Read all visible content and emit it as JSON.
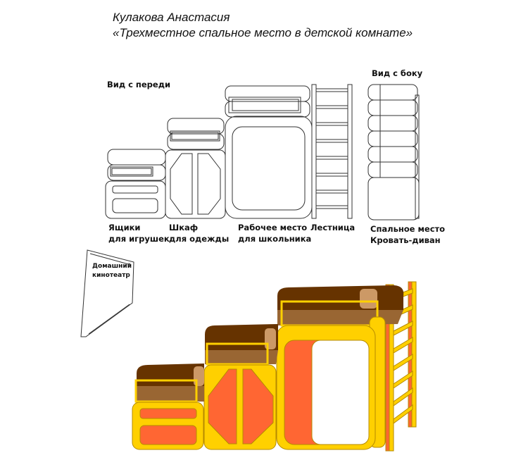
{
  "header": {
    "author": "Кулакова Анастасия",
    "project": "«Трехместное спальное место в детской комнате»"
  },
  "views": {
    "front": "Вид с переди",
    "side": "Вид с боку"
  },
  "labels": {
    "toys_1": "Ящики",
    "toys_2": "для игрушек",
    "wardrobe_1": "Шкаф",
    "wardrobe_2": "для одежды",
    "desk_1": "Рабочее место",
    "desk_2": "для школьника",
    "ladder": "Лестница",
    "bed_1": "Спальное место",
    "bed_2": "Кровать-диван",
    "cinema_1": "Домашний",
    "cinema_2": "кинотеатр"
  },
  "colors": {
    "yellow": "#FFD000",
    "orange": "#FF6633",
    "dark_brown": "#663300",
    "mid_brown": "#996633",
    "light_brown": "#CC9966",
    "outline": "#B58A00"
  }
}
